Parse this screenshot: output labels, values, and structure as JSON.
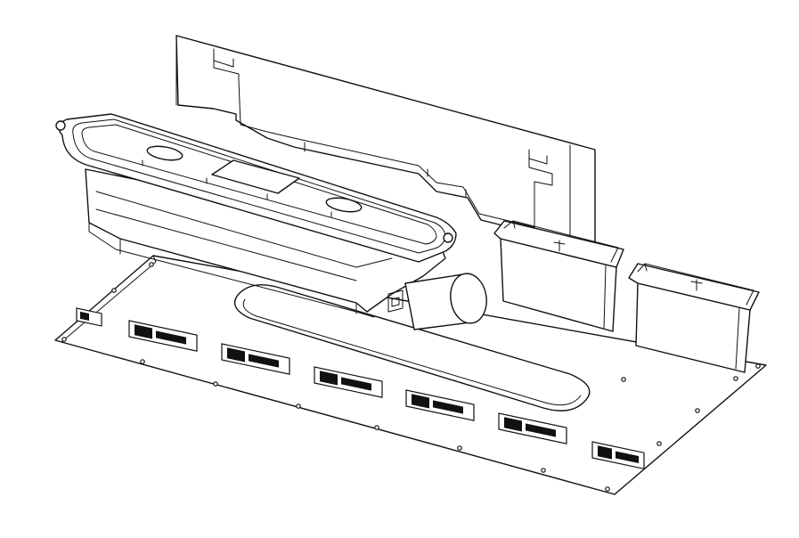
{
  "figure": {
    "line_color": "#111111",
    "background_color": "#ffffff"
  },
  "parts": [
    {
      "id": "back-panel",
      "icon": "panel-outline"
    },
    {
      "id": "base-plate",
      "icon": "plate-outline"
    },
    {
      "id": "long-trough",
      "icon": "trough-outline"
    },
    {
      "id": "drain-cylinder",
      "icon": "cylinder-outline"
    },
    {
      "id": "box-left",
      "icon": "box-outline"
    },
    {
      "id": "box-right",
      "icon": "box-outline"
    },
    {
      "id": "plate-slot",
      "icon": "slot-outline"
    }
  ],
  "logo_badges": {
    "count": 7,
    "icon": "manufacturer-logo-badge"
  }
}
